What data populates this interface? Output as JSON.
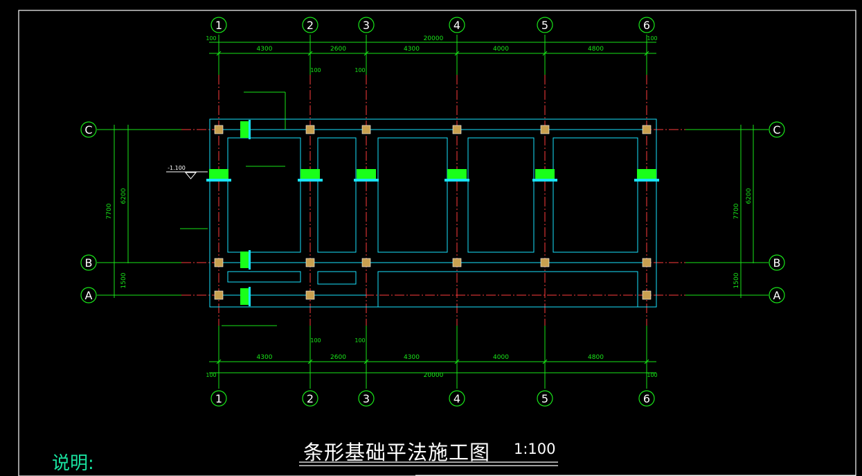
{
  "drawing": {
    "title": "条形基础平法施工图",
    "scale": "1:100",
    "notes_label": "说明:",
    "column_axes": [
      "1",
      "2",
      "3",
      "4",
      "5",
      "6"
    ],
    "row_axes": [
      "C",
      "B",
      "A"
    ],
    "spans": [
      "4300",
      "2600",
      "4300",
      "4000",
      "4800"
    ],
    "overall": "20000",
    "edge_offset": "100",
    "grid_offset_top": "100",
    "right_dims": [
      "6200",
      "7700",
      "1500"
    ],
    "left_dims": [
      "6200",
      "7700",
      "1500",
      "100",
      "100",
      "100"
    ],
    "level_mark": "-1.100",
    "colors": {
      "background": "#000000",
      "grid_line": "#ff3b3b",
      "dimension": "#19e619",
      "foundation": "#19e3ff",
      "column": "#19ff19",
      "text": "#ffffff"
    }
  }
}
